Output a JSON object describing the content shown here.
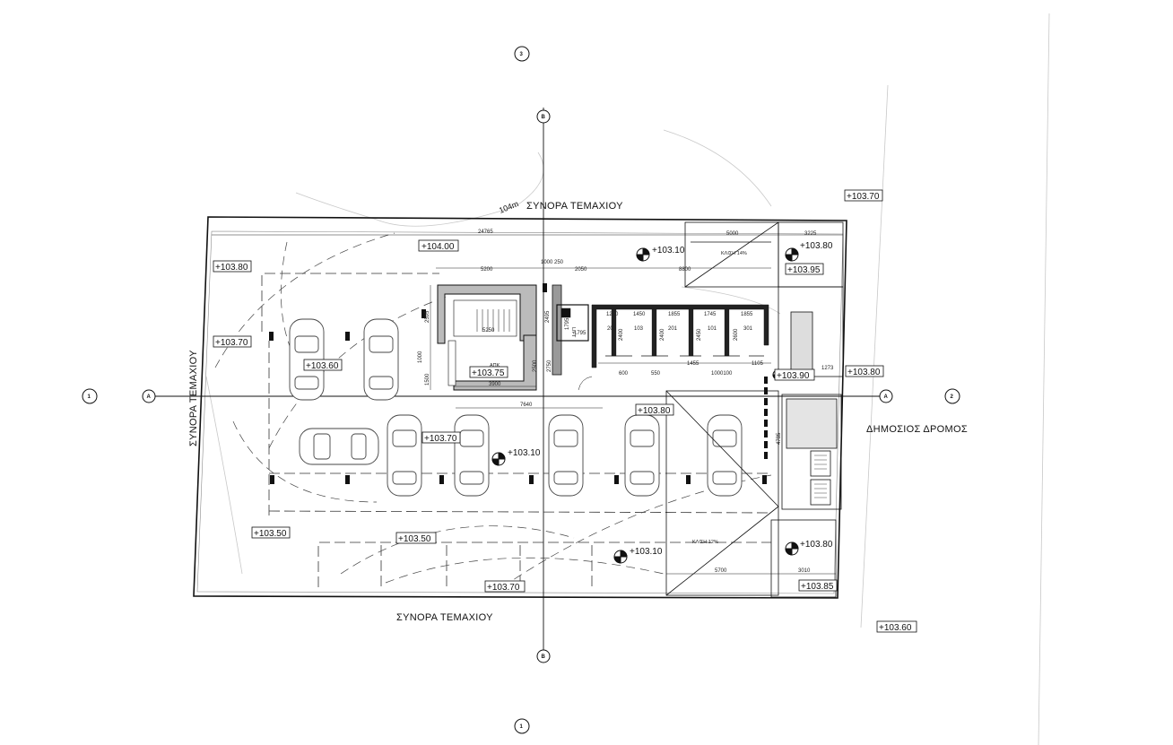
{
  "labels": {
    "boundary_top": "ΣΥΝΟΡΑ ΤΕΜΑΧΙΟΥ",
    "boundary_bottom": "ΣΥΝΟΡΑ ΤΕΜΑΧΙΟΥ",
    "boundary_left": "ΣΥΝΟΡΑ ΤΕΜΑΧΙΟΥ",
    "public_road": "ΔΗΜΟΣΙΟΣ ΔΡΟΜΟΣ",
    "contour": "104m",
    "lift": "LIFT",
    "ramp_top": "ΚΛΙΣΗ 14%",
    "ramp_bottom": "ΚΛΙΣΗ 12%",
    "stair_room": "ΑΠΚ"
  },
  "elevations": {
    "e1": "+103.70",
    "e2": "+104.00",
    "e3": "+103.10",
    "e4": "+103.80",
    "e5": "+103.95",
    "e6": "+103.80",
    "e7": "+103.70",
    "e8": "+103.60",
    "e9": "+103.75",
    "e10": "+103.80",
    "e11": "+103.90",
    "e12": "+103.80",
    "e13": "+103.70",
    "e14": "+103.10",
    "e15": "+103.50",
    "e16": "+103.50",
    "e17": "+103.10",
    "e18": "+103.80",
    "e19": "+103.70",
    "e20": "+103.85",
    "e21": "+103.60"
  },
  "dimensions": {
    "d_overall": "24765",
    "d_5200": "5200",
    "d_1000": "1000",
    "d_250": "250",
    "d_2050": "2050",
    "d_8800": "8800",
    "d_5000": "5000",
    "d_3225": "3225",
    "d_7640": "7640",
    "d_3900": "3900",
    "d_5700": "5700",
    "d_3010": "3010",
    "d_1250": "1250",
    "d_1450": "1450",
    "d_1855a": "1855",
    "d_1745": "1745",
    "d_1855b": "1855",
    "d_600": "600",
    "d_550": "550",
    "d_1455": "1455",
    "d_1000100": "1000100",
    "d_1105": "1105",
    "d_1273": "1273",
    "d_2595": "2595",
    "d_2500": "2500",
    "d_2750": "2750",
    "d_2495": "2495",
    "d_2400a": "2400",
    "d_2400b": "2400",
    "d_2600": "2600",
    "d_2450": "2450",
    "d_4785": "4785",
    "d_1795a": "1795",
    "d_1795b": "1795",
    "d_5250": "5250",
    "d_1000side": "1000",
    "d_1500": "1500"
  },
  "rooms": {
    "r203": "203",
    "r201": "201",
    "r101": "101",
    "r301": "301",
    "r103": "103"
  },
  "markers": {
    "m_top": "3",
    "m_top_b": "B",
    "m_left_a": "A",
    "m_left_1": "1",
    "m_right_a": "A",
    "m_right_2": "2",
    "m_bottom_b": "B",
    "m_bottom_1": "1"
  }
}
